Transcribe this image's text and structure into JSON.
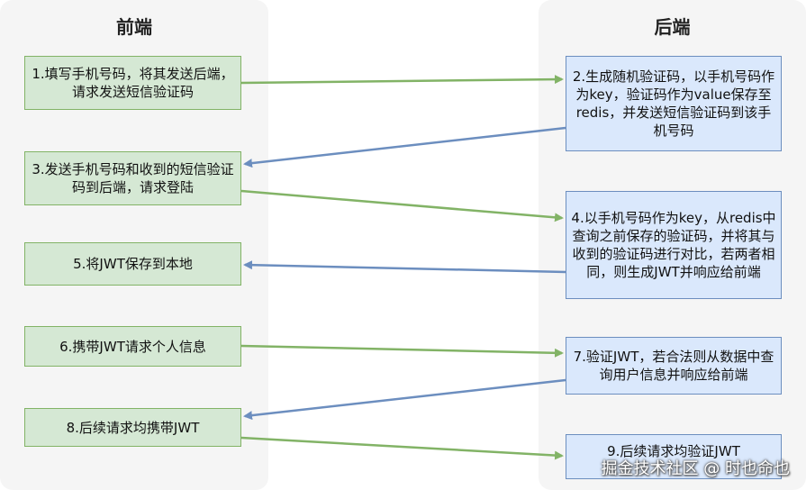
{
  "lanes": {
    "frontend": "前端",
    "backend": "后端"
  },
  "steps": [
    {
      "id": 1,
      "side": "front",
      "text": "1.填写手机号码，将其发送后端，请求发送短信验证码"
    },
    {
      "id": 2,
      "side": "back",
      "text": "2.生成随机验证码，以手机号码作为key，验证码作为value保存至redis，并发送短信验证码到该手机号码"
    },
    {
      "id": 3,
      "side": "front",
      "text": "3.发送手机号码和收到的短信验证码到后端，请求登陆"
    },
    {
      "id": 4,
      "side": "back",
      "text": "4.以手机号码作为key，从redis中查询之前保存的验证码，并将其与收到的验证码进行对比，若两者相同，则生成JWT并响应给前端"
    },
    {
      "id": 5,
      "side": "front",
      "text": "5.将JWT保存到本地"
    },
    {
      "id": 6,
      "side": "front",
      "text": "6.携带JWT请求个人信息"
    },
    {
      "id": 7,
      "side": "back",
      "text": "7.验证JWT，若合法则从数据中查询用户信息并响应给前端"
    },
    {
      "id": 8,
      "side": "front",
      "text": "8.后续请求均携带JWT"
    },
    {
      "id": 9,
      "side": "back",
      "text": "9.后续请求均验证JWT"
    }
  ],
  "edges": [
    {
      "from": 1,
      "to": 2,
      "color": "#82b366"
    },
    {
      "from": 2,
      "to": 3,
      "color": "#6c8ebf"
    },
    {
      "from": 3,
      "to": 4,
      "color": "#82b366"
    },
    {
      "from": 4,
      "to": 5,
      "color": "#6c8ebf"
    },
    {
      "from": 6,
      "to": 7,
      "color": "#82b366"
    },
    {
      "from": 7,
      "to": 8,
      "color": "#6c8ebf"
    },
    {
      "from": 8,
      "to": 9,
      "color": "#82b366"
    }
  ],
  "colors": {
    "front_fill": "#d5e8d4",
    "front_stroke": "#82b366",
    "back_fill": "#dae8fc",
    "back_stroke": "#6c8ebf",
    "lane_fill": "#f5f5f5"
  },
  "watermark": "掘金技术社区 @ 时也命也"
}
